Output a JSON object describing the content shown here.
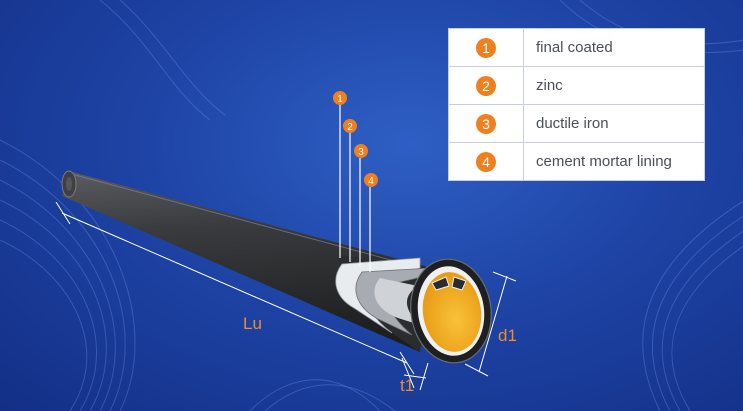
{
  "legend": [
    {
      "num": "1",
      "label": "final coated"
    },
    {
      "num": "2",
      "label": "zinc"
    },
    {
      "num": "3",
      "label": "ductile iron"
    },
    {
      "num": "4",
      "label": "cement mortar lining"
    }
  ],
  "callouts": [
    "1",
    "2",
    "3",
    "4"
  ],
  "dimensions": {
    "length": "Lu",
    "thickness": "t1",
    "diameter": "d1"
  },
  "colors": {
    "background": "#1e44a6",
    "accent_orange": "#f07f1e",
    "pipe_body": "#2d2e31",
    "lining": "#f5b021"
  }
}
